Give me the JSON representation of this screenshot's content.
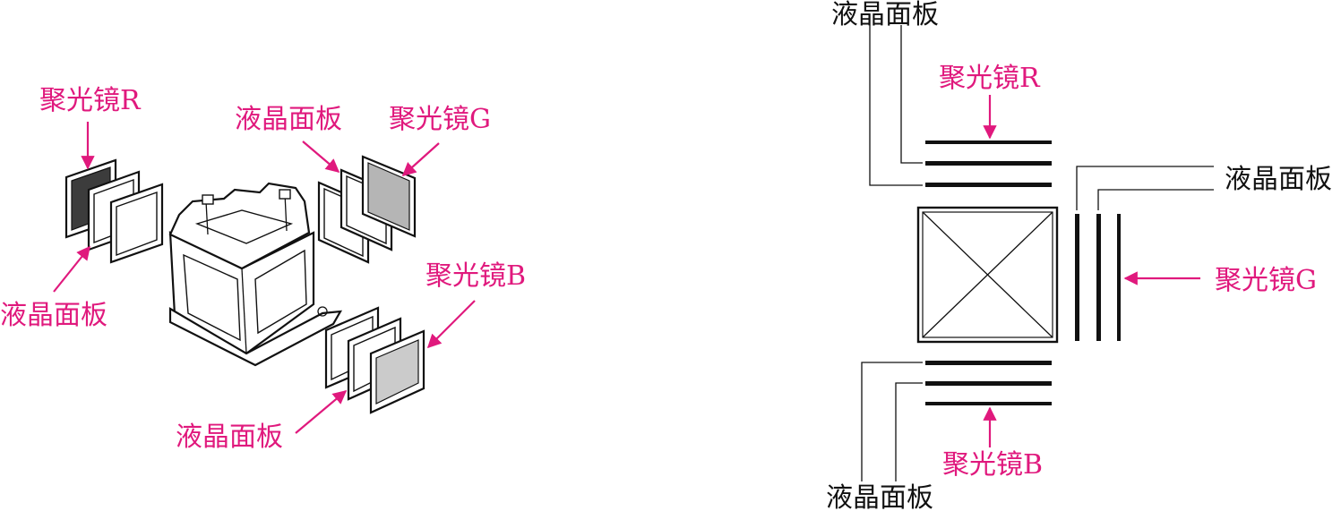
{
  "colors": {
    "label_accent": "#e0197d",
    "line": "#111111",
    "lens_r_fill": "#3c3c3c",
    "lens_g_fill": "#b5b5b5",
    "lens_b_fill": "#cbcbcb"
  },
  "left_figure": {
    "lens_r_label": "聚光镜R",
    "lens_g_label": "聚光镜G",
    "lens_b_label": "聚光镜B",
    "lcd_label_left": "液晶面板",
    "lcd_label_top": "液晶面板",
    "lcd_label_bottom": "液晶面板"
  },
  "right_figure": {
    "lcd_label_top": "液晶面板",
    "lens_r_label": "聚光镜R",
    "lcd_label_right": "液晶面板",
    "lens_g_label": "聚光镜G",
    "lens_b_label": "聚光镜B",
    "lcd_label_bottom": "液晶面板"
  }
}
